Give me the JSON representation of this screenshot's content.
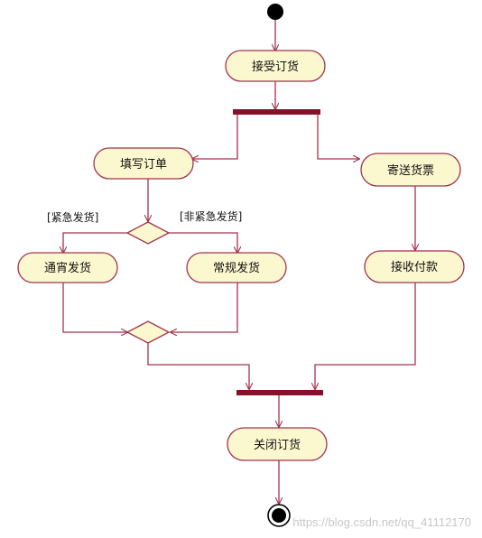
{
  "colors": {
    "activity_fill": "#fbf8cf",
    "line": "#a3334d",
    "bar": "#8a0f2b",
    "node_black": "#000000",
    "watermark": "#c8c8c8"
  },
  "activities": {
    "accept_order": "接受订货",
    "fill_order": "填写订单",
    "send_invoice": "寄送货票",
    "express_ship": "通宵发货",
    "regular_ship": "常规发货",
    "receive_payment": "接收付款",
    "close_order": "关闭订货"
  },
  "guards": {
    "urgent": "[紧急发货]",
    "non_urgent": "[非紧急发货]"
  },
  "watermark": "https://blog.csdn.net/qq_41112170"
}
